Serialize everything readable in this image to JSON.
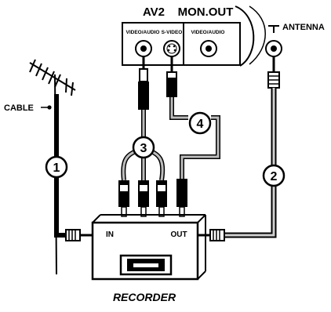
{
  "labels": {
    "av2": "AV2",
    "mon_out": "MON.OUT",
    "antenna": "ANTENNA",
    "video_audio_av2": "VIDEO/AUDIO",
    "s_video": "S-VIDEO",
    "video_audio_mon": "VIDEO/AUDIO",
    "cable": "CABLE",
    "recorder_in": "IN",
    "recorder_out": "OUT",
    "recorder": "RECORDER"
  },
  "steps": [
    "1",
    "2",
    "3",
    "4"
  ],
  "colors": {
    "line": "#000000",
    "cable_grey": "#bdbdbd",
    "background": "#ffffff"
  },
  "icons": [
    "antenna-icon",
    "antenna-symbol-icon",
    "rca-jack-icon",
    "s-video-jack-icon",
    "scart-plug-icon",
    "coax-plug-icon"
  ]
}
